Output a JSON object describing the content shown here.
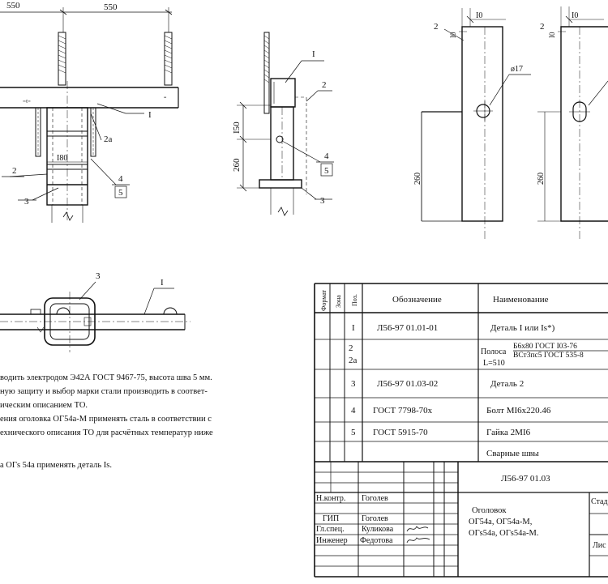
{
  "dims": {
    "top_left_a": "550",
    "top_left_b": "550",
    "view2_h1": "I50",
    "view2_h2": "260",
    "view3_w": "I0",
    "view3_top": "I0",
    "view3_h": "260",
    "view3_hole": "ø17",
    "view4_w": "I0",
    "view4_top": "I0",
    "view4_h": "260",
    "view1_inner": "I80"
  },
  "callouts": {
    "v1_1": "I",
    "v1_2": "2",
    "v1_2a": "2a",
    "v1_3": "3",
    "v1_4": "4",
    "v1_5": "5",
    "v2_1": "I",
    "v2_2": "2",
    "v2_3": "3",
    "v2_4": "4",
    "v2_5": "5",
    "v3_2": "2",
    "v4_2": "2",
    "v5_3": "3",
    "v5_1": "I"
  },
  "notes": [
    "водить электродом Э42А ГОСТ 9467-75, высота шва 5 мм.",
    "ную защиту и выбор марки стали производить в соответ-",
    "ическим описанием ТО.",
    "ения оголовка ОГ54а-М применять сталь в соответствии с",
    "ехнического описания ТО для расчётных температур ниже",
    "а ОГs 54а применять деталь Is."
  ],
  "spec": {
    "hdr_format": "Формат",
    "hdr_zone": "Зона",
    "hdr_pos": "Поз.",
    "hdr_designation": "Обозначение",
    "hdr_name": "Наименование",
    "rows": [
      {
        "pos": "I",
        "designation": "Л56-97 01.01-01",
        "name": "Деталь I или Is*)"
      },
      {
        "pos": "2\n2a",
        "designation": "",
        "name_a": "Полоса",
        "name_b": "Б6х80 ГОСТ I03-76",
        "name_c": "ВСт3пс5 ГОСТ 535-8",
        "name_d": "L=510"
      },
      {
        "pos": "3",
        "designation": "Л56-97 01.03-02",
        "name": "Деталь 2"
      },
      {
        "pos": "4",
        "designation": "ГОСТ 7798-70х",
        "name": "Болт МI6х220.46"
      },
      {
        "pos": "5",
        "designation": "ГОСТ 5915-70",
        "name": "Гайка 2МI6"
      },
      {
        "pos": "",
        "designation": "",
        "name": "Сварные швы"
      }
    ]
  },
  "title_block": {
    "doc_number": "Л56-97 01.03",
    "stage_label": "Стад",
    "sheet_label": "Лис",
    "product_line1": "Оголовок",
    "product_line2": "ОГ54а, ОГ54а-М,",
    "product_line3": "ОГs54а, ОГs54а-М.",
    "roles": [
      {
        "role": "Н.контр.",
        "name": "Гоголев"
      },
      {
        "role": "ГИП",
        "name": "Гоголев"
      },
      {
        "role": "Гл.спец.",
        "name": "Куликова"
      },
      {
        "role": "Инженер",
        "name": "Федотова"
      }
    ]
  }
}
